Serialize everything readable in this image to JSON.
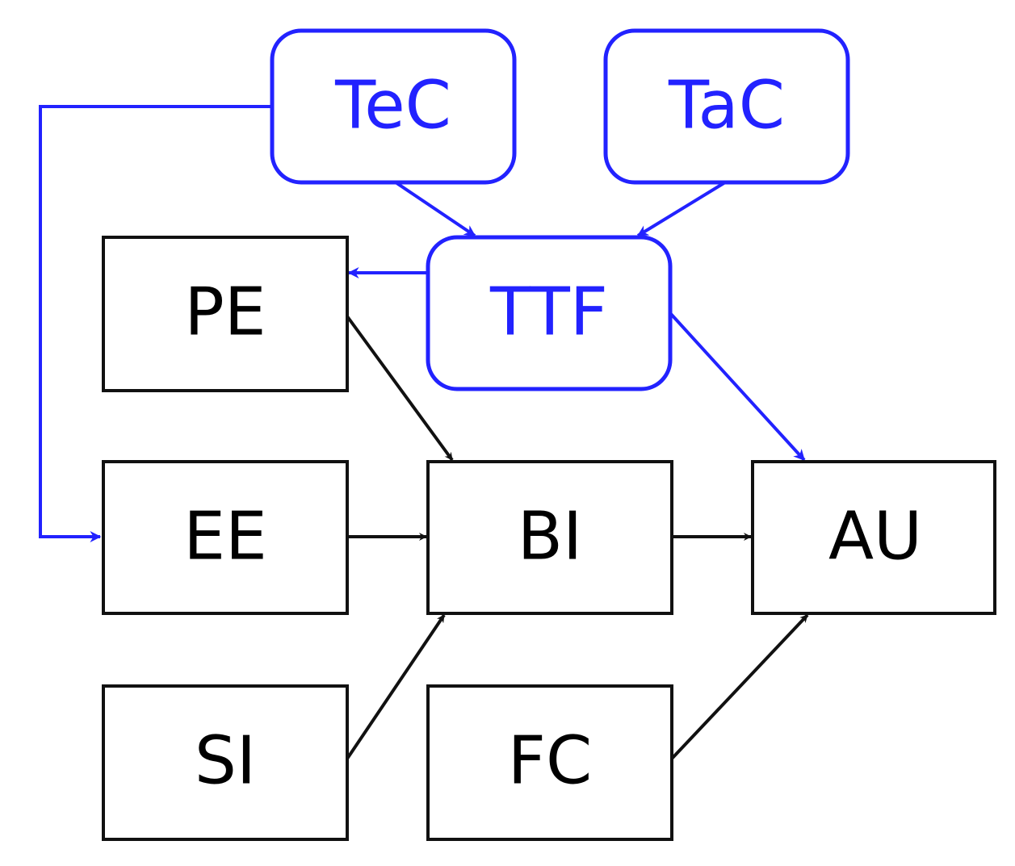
{
  "colors": {
    "tam_nodes": "#000000",
    "ttf_nodes": "#2222ff",
    "tam_edges": "#111111",
    "ttf_edges": "#2222ff"
  },
  "nodes": {
    "tec": {
      "label": "TeC",
      "group": "ttf"
    },
    "tac": {
      "label": "TaC",
      "group": "ttf"
    },
    "ttf": {
      "label": "TTF",
      "group": "ttf"
    },
    "pe": {
      "label": "PE",
      "group": "tam"
    },
    "ee": {
      "label": "EE",
      "group": "tam"
    },
    "bi": {
      "label": "BI",
      "group": "tam"
    },
    "au": {
      "label": "AU",
      "group": "tam"
    },
    "si": {
      "label": "SI",
      "group": "tam"
    },
    "fc": {
      "label": "FC",
      "group": "tam"
    }
  },
  "edges": [
    {
      "from": "TeC",
      "to": "TTF"
    },
    {
      "from": "TaC",
      "to": "TTF"
    },
    {
      "from": "TTF",
      "to": "PE"
    },
    {
      "from": "TTF",
      "to": "AU"
    },
    {
      "from": "TeC",
      "to": "EE"
    },
    {
      "from": "PE",
      "to": "BI"
    },
    {
      "from": "EE",
      "to": "BI"
    },
    {
      "from": "SI",
      "to": "BI"
    },
    {
      "from": "BI",
      "to": "AU"
    },
    {
      "from": "FC",
      "to": "AU"
    }
  ]
}
